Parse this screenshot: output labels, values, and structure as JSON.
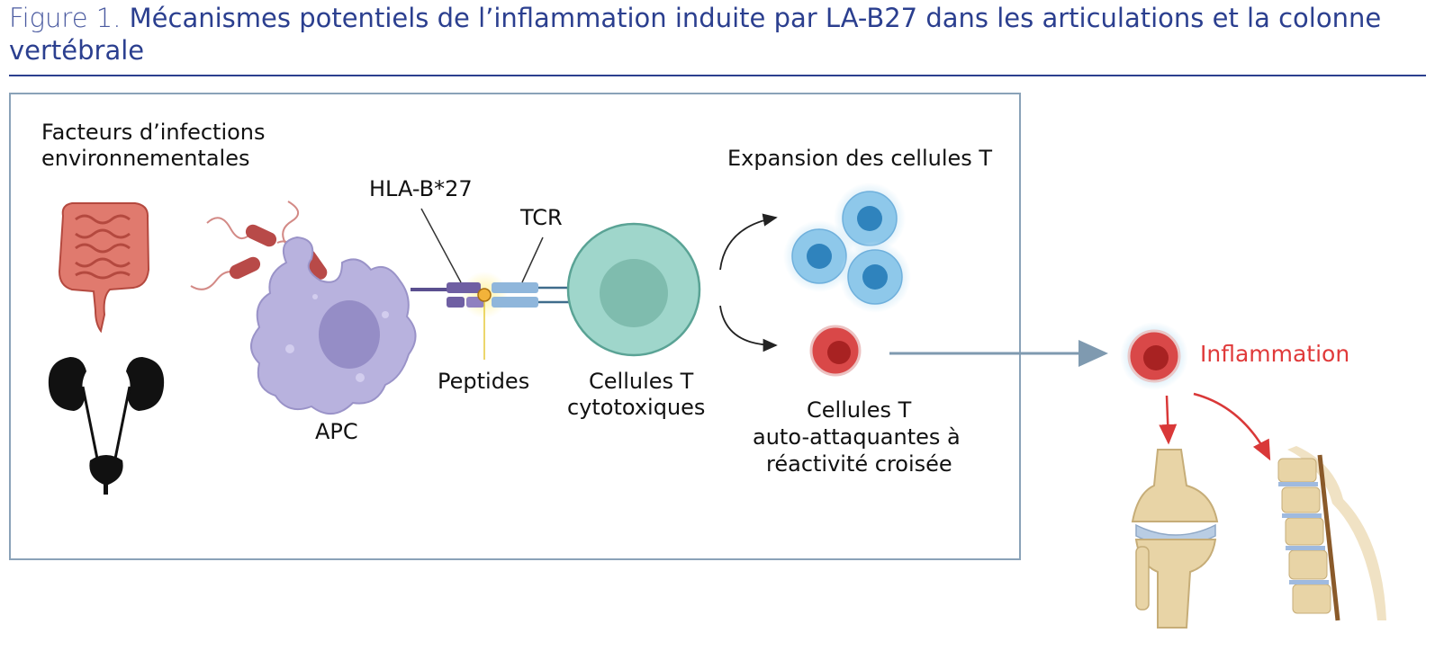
{
  "figure": {
    "prefix": "Figure 1.",
    "title": "Mécanismes potentiels de l’inflammation induite par LA-B27 dans les articulations et la colonne vertébrale"
  },
  "labels": {
    "environment_line1": "Facteurs d’infections",
    "environment_line2": "environnementales",
    "hla": "HLA-B*27",
    "tcr": "TCR",
    "apc": "APC",
    "peptides": "Peptides",
    "cytotoxic_line1": "Cellules T",
    "cytotoxic_line2": "cytotoxiques",
    "expansion": "Expansion des cellules T",
    "autoreactive_line1": "Cellules T",
    "autoreactive_line2": "auto-attaquantes à",
    "autoreactive_line3": "réactivité croisée",
    "inflammation": "Inflammation"
  },
  "colors": {
    "title": "#2b3f8f",
    "panel_border": "#8aa2b8",
    "apc": "#b8b2de",
    "t_cell": "#9fd6cb",
    "expanded_cell": "#7fc0e6",
    "autoreactive_cell": "#d94848",
    "inflammation_text": "#e03a3a",
    "arrow": "#7f9ab0"
  }
}
